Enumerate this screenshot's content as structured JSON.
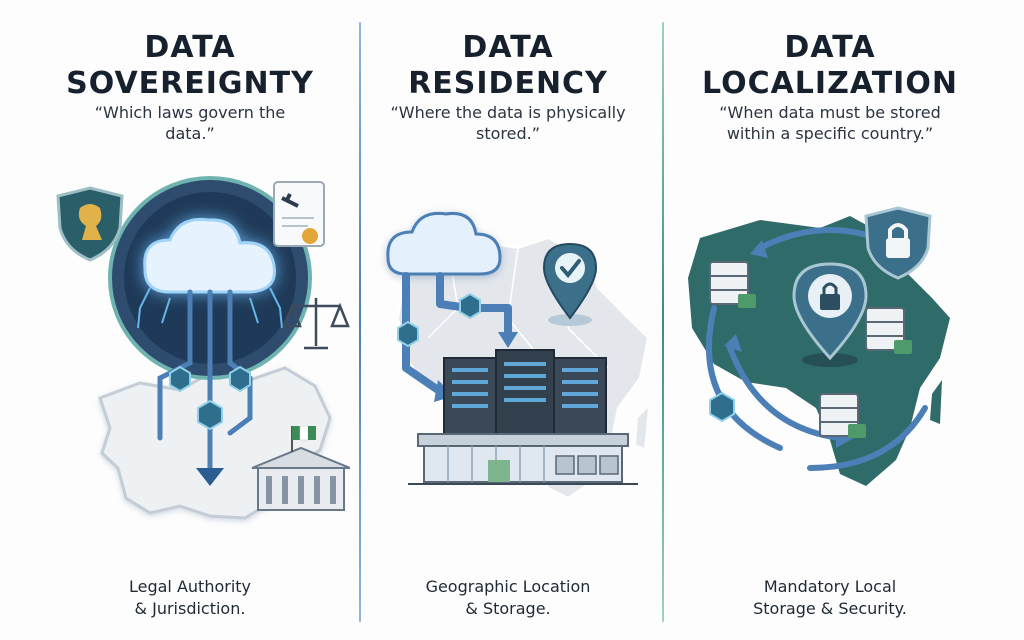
{
  "columns": [
    {
      "title_line1": "DATA",
      "title_line2": "SOVEREIGNTY",
      "quote": "“Which laws govern the data.”",
      "caption_line1": "Legal Authority",
      "caption_line2": "& Jurisdiction."
    },
    {
      "title_line1": "DATA",
      "title_line2": "RESIDENCY",
      "quote": "“Where the data is physically stored.”",
      "caption_line1": "Geographic Location",
      "caption_line2": "& Storage."
    },
    {
      "title_line1": "DATA",
      "title_line2": "LOCALIZATION",
      "quote": "“When data must be stored within a specific country.”",
      "caption_line1": "Mandatory Local",
      "caption_line2": "Storage & Security."
    }
  ],
  "colors": {
    "navy": "#1f3b5c",
    "blue": "#4b7fb6",
    "cloud": "#dfeefb",
    "teal": "#2f6f6a",
    "green": "#4e9a6b",
    "map_gray": "#e3e7ec"
  },
  "icons": {
    "col1": [
      "shield-lion-icon",
      "certificate-icon",
      "cloud-icon",
      "scales-icon",
      "government-building-icon",
      "nigeria-flag-icon",
      "map-nigeria-icon"
    ],
    "col2": [
      "cloud-icon",
      "location-pin-check-icon",
      "data-center-icon",
      "map-africa-icon"
    ],
    "col3": [
      "map-africa-icon",
      "shield-lock-icon",
      "location-pin-lock-icon",
      "server-lock-icon"
    ]
  }
}
